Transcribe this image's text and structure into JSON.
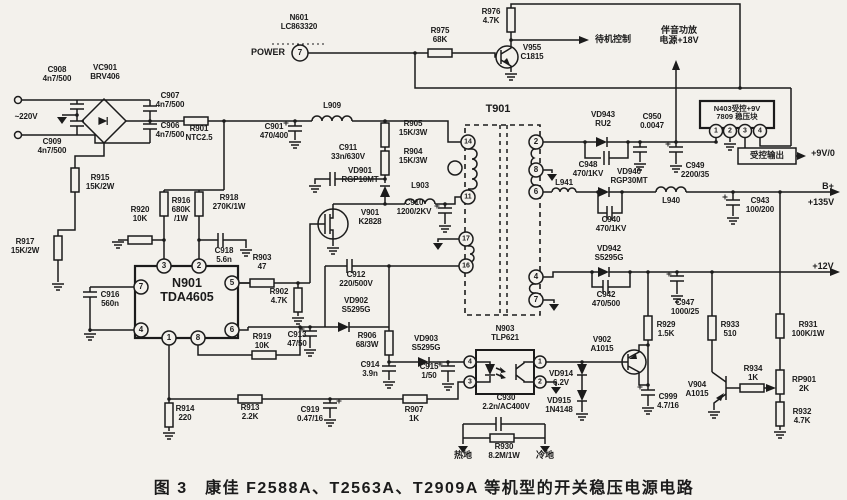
{
  "figure": {
    "caption": "图 3　康佳 F2588A、T2563A、T2909A 等机型的开关稳压电源电路"
  },
  "colors": {
    "paper": "#f3f1ec",
    "ink": "#1b1b1b"
  },
  "annotations": {
    "mains": "~220V",
    "power": "POWER",
    "standby": "待机控制",
    "audio_supply": "伴音功放\n电源+18V",
    "controlled_output": "受控输出",
    "out_9v": "+9V/0",
    "out_bplus": "B+",
    "out_135v": "+135V",
    "out_12v": "+12V",
    "hot_ground": "热地",
    "cold_ground": "冷地"
  },
  "parts": {
    "c908": "C908\n4n7/500",
    "vc901": "VC901\nBRV406",
    "c907": "C907\n4n7/500",
    "c906": "C906\n4n7/500",
    "c909": "C909\n4n7/500",
    "r901": "R901\nNTC2.5",
    "r915": "R915\n15K/2W",
    "r917": "R917\n15K/2W",
    "r920": "R920\n10K",
    "r916": "R916\n680K\n/1W",
    "r918": "R918\n270K/1W",
    "c918": "C918\n5.6n",
    "c916": "C916\n560n",
    "r903": "R903\n47",
    "r902": "R902\n4.7K",
    "r919": "R919\n10K",
    "c913": "C913\n47/50",
    "c912": "C912\n220/500V",
    "vd902": "VD902\nS5295G",
    "r906": "R906\n68/3W",
    "c914": "C914\n3.9n",
    "vd903": "VD903\nS5295G",
    "c915": "C915\n1/50",
    "r907": "R907\n1K",
    "r913": "R913\n2.2K",
    "r914": "R914\n220",
    "c919": "C919\n0.47/16",
    "r975": "R975\n68K",
    "r976": "R976\n4.7K",
    "v955": "V955\nC1815",
    "l909": "L909",
    "c901": "C901\n470/400",
    "r905": "R905\n15K/3W",
    "r904": "R904\n15K/3W",
    "c911": "C911\n33n/630V",
    "vd901": "VD901\nRGP10MT",
    "v901": "V901\nK2828",
    "l903": "L903",
    "c910": "C910\n1200/2KV",
    "l941": "L941",
    "vd943": "VD943\nRU2",
    "c950": "C950\n0.0047",
    "c948": "C948\n470/1KV",
    "vd940": "VD940\nRGP30MT",
    "c940": "C940\n470/1KV",
    "l940": "L940",
    "c949": "C949\n2200/35",
    "c943": "C943\n100/200",
    "vd942": "VD942\nS5295G",
    "c942": "C942\n470/500",
    "c947": "C947\n1000/25",
    "r929": "R929\n1.5K",
    "r933": "R933\n510",
    "r931": "R931\n100K/1W",
    "v902": "V902\nA1015",
    "vd914": "VD914\n6.2V",
    "vd915": "VD915\n1N4148",
    "c999": "C999\n4.7/16",
    "v904": "V904\nA1015",
    "r934": "R934\n1K",
    "rp901": "RP901\n2K",
    "r932": "R932\n4.7K",
    "c930": "C930\n2.2n/AC400V",
    "r930": "R930\n8.2M/1W"
  },
  "ics": {
    "n601": {
      "label": "N601\nLC863320",
      "pin": "7"
    },
    "n901": {
      "label": "N901\nTDA4605",
      "pins": [
        "7",
        "3",
        "2",
        "5",
        "4",
        "1",
        "8",
        "6"
      ]
    },
    "n403": {
      "label": "N403受控+9V\n7809 稳压块",
      "pins": [
        "1",
        "2",
        "3",
        "4"
      ]
    },
    "n903": {
      "label": "N903\nTLP621",
      "pins": [
        "4",
        "3",
        "1",
        "2"
      ]
    },
    "t901": {
      "label": "T901",
      "pins": [
        "14",
        "11",
        "17",
        "16",
        "2",
        "8",
        "6",
        "4",
        "7"
      ]
    }
  }
}
